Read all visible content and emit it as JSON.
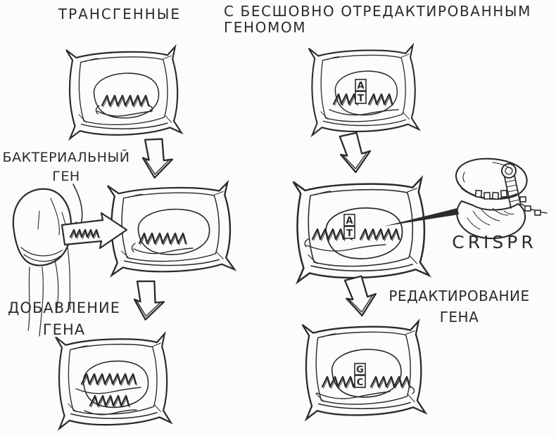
{
  "colors": {
    "ink": "#2b2b2b",
    "paper": "#fcfcfa"
  },
  "left_column": {
    "title": "ТРАНСГЕННЫЕ",
    "bacterial_gene_label": {
      "line1": "БАКТЕРИАЛЬНЫЙ",
      "line2": "ГЕН"
    },
    "gene_addition_label": {
      "line1": "ДОБАВЛЕНИЕ",
      "line2": "ГЕНА"
    }
  },
  "right_column": {
    "title": {
      "line1": "С БЕСШОВНО ОТРЕДАКТИРОВАННЫМ",
      "line2": "ГЕНОМОМ"
    },
    "crispr_label": "CRISPR",
    "gene_editing_label": {
      "line1": "РЕДАКТИРОВАНИЕ",
      "line2": "ГЕНА"
    }
  },
  "base_pairs": {
    "top_right_cell": {
      "top": "A",
      "bottom": "T"
    },
    "middle_right_cell": {
      "top": "A",
      "bottom": "T"
    },
    "bottom_right_cell": {
      "top": "G",
      "bottom": "C"
    }
  }
}
